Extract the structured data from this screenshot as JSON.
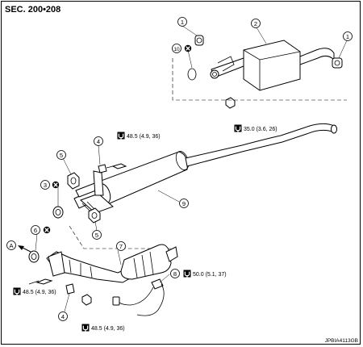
{
  "header": {
    "section": "SEC. 200•208"
  },
  "footer": {
    "reference_code": "JPBIA4113GB"
  },
  "callouts": {
    "c1a": "1",
    "c1b": "1",
    "c2": "2",
    "c3": "3",
    "c4a": "4",
    "c4b": "4",
    "c5a": "5",
    "c5b": "5",
    "c6": "6",
    "c7": "7",
    "c8": "8",
    "c9": "9",
    "c10": "10"
  },
  "arrow_label": "A",
  "torques": {
    "t_rear": "35.0 (3.6, 26)",
    "t_center_top": "48.5 (4.9, 36)",
    "t_sensor": "50.0 (5.1, 37)",
    "t_left": "48.5 (4.9, 36)",
    "t_bottom": "48.5 (4.9, 36)"
  }
}
